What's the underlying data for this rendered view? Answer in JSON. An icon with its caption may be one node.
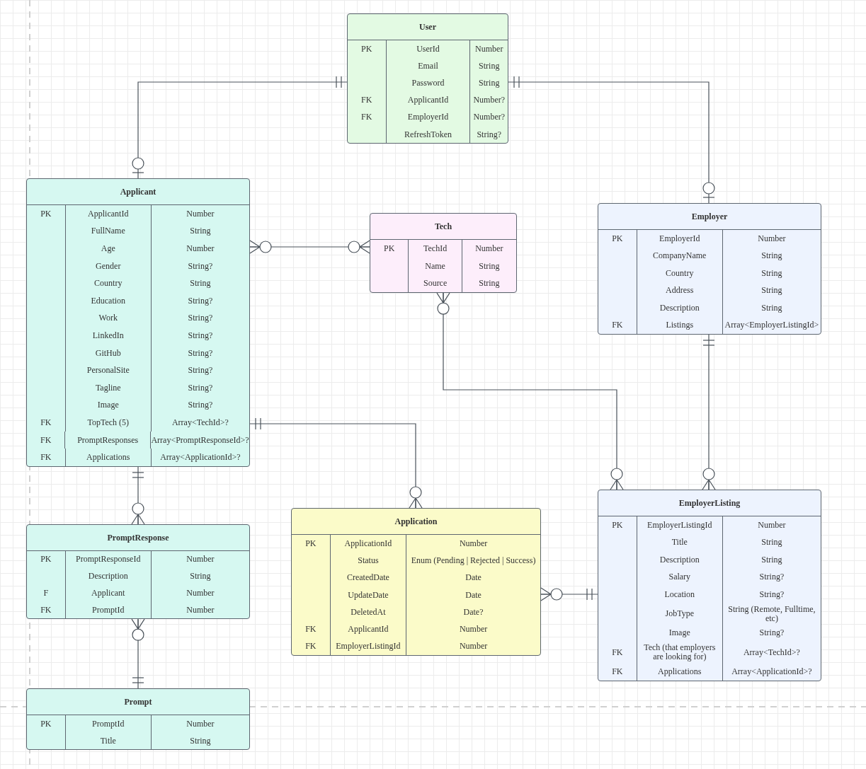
{
  "diagram": {
    "nodes": [
      {
        "text": [
          "User"
        ]
      },
      {
        "text": [
          "PK",
          "UserId",
          "Number"
        ],
        "in": 0
      },
      {
        "text": [
          "Email",
          "String"
        ],
        "in": 0
      },
      {
        "text": [
          "Password",
          "String"
        ],
        "in": 0
      },
      {
        "text": [
          "FK",
          "ApplicantId",
          "Number?"
        ],
        "in": 0
      },
      {
        "text": [
          "FK",
          "EmployerId",
          "Number?"
        ],
        "in": 0
      },
      {
        "text": [
          "RefreshToken",
          "String?"
        ],
        "in": 0
      },
      {
        "text": [
          "Applicant"
        ]
      },
      {
        "text": [
          "PK",
          "ApplicantId",
          "Number"
        ],
        "in": 7
      },
      {
        "text": [
          "FullName",
          "String"
        ],
        "in": 7
      },
      {
        "text": [
          "Age",
          "Number"
        ],
        "in": 7
      },
      {
        "text": [
          "Gender",
          "String?"
        ],
        "in": 7
      },
      {
        "text": [
          "Country",
          "String"
        ],
        "in": 7
      },
      {
        "text": [
          "Education",
          "String?"
        ],
        "in": 7
      },
      {
        "text": [
          "Work",
          "String?"
        ],
        "in": 7
      },
      {
        "text": [
          "LinkedIn",
          "String?"
        ],
        "in": 7
      },
      {
        "text": [
          "GitHub",
          "String?"
        ],
        "in": 7
      },
      {
        "text": [
          "PersonalSite",
          "String?"
        ],
        "in": 7
      },
      {
        "text": [
          "Tagline",
          "String?"
        ],
        "in": 7
      },
      {
        "text": [
          "Image",
          "String?"
        ],
        "in": 7
      },
      {
        "text": [
          "FK",
          "TopTech (5)",
          "Array<TechId>?"
        ],
        "in": 7
      },
      {
        "text": [
          "FK",
          "PromptResponses",
          "Array<PromptResponseId>?"
        ],
        "in": 7
      },
      {
        "text": [
          "FK",
          "Applications",
          "Array<ApplicationId>?"
        ],
        "in": 7
      },
      {
        "text": [
          "Tech"
        ]
      },
      {
        "text": [
          "PK",
          "TechId",
          "Number"
        ],
        "in": 23
      },
      {
        "text": [
          "Name",
          "String"
        ],
        "in": 23
      },
      {
        "text": [
          "Source",
          "String"
        ],
        "in": 23
      },
      {
        "text": [
          "Employer"
        ]
      },
      {
        "text": [
          "PK",
          "EmployerId",
          "Number"
        ],
        "in": 27
      },
      {
        "text": [
          "CompanyName",
          "String"
        ],
        "in": 27
      },
      {
        "text": [
          "Country",
          "String"
        ],
        "in": 27
      },
      {
        "text": [
          "Address",
          "String"
        ],
        "in": 27
      },
      {
        "text": [
          "Description",
          "String"
        ],
        "in": 27
      },
      {
        "text": [
          "FK",
          "Listings",
          "Array<EmployerListingId>"
        ],
        "in": 27
      },
      {
        "text": [
          "PromptResponse"
        ]
      },
      {
        "text": [
          "PK",
          "PromptResponseId",
          "Number"
        ],
        "in": 34
      },
      {
        "text": [
          "Description",
          "String"
        ],
        "in": 34
      },
      {
        "text": [
          "F",
          "Applicant",
          "Number"
        ],
        "in": 34
      },
      {
        "text": [
          "FK",
          "PromptId",
          "Number"
        ],
        "in": 34
      },
      {
        "text": [
          "Prompt"
        ]
      },
      {
        "text": [
          "PK",
          "PromptId",
          "Number"
        ],
        "in": 39
      },
      {
        "text": [
          "Title",
          "String"
        ],
        "in": 39
      },
      {
        "text": [
          "Application"
        ]
      },
      {
        "text": [
          "PK",
          "ApplicationId",
          "Number"
        ],
        "in": 42
      },
      {
        "text": [
          "Status",
          "Enum (Pending | Rejected | Success)"
        ],
        "in": 42
      },
      {
        "text": [
          "CreatedDate",
          "Date"
        ],
        "in": 42
      },
      {
        "text": [
          "UpdateDate",
          "Date"
        ],
        "in": 42
      },
      {
        "text": [
          "DeletedAt",
          "Date?"
        ],
        "in": 42
      },
      {
        "text": [
          "FK",
          "ApplicantId",
          "Number"
        ],
        "in": 42
      },
      {
        "text": [
          "FK",
          "EmployerListingId",
          "Number"
        ],
        "in": 42
      },
      {
        "text": [
          "EmployerListing"
        ]
      },
      {
        "text": [
          "PK",
          "EmployerListingId",
          "Number"
        ],
        "in": 50
      },
      {
        "text": [
          "Title",
          "String"
        ],
        "in": 50
      },
      {
        "text": [
          "Description",
          "String"
        ],
        "in": 50
      },
      {
        "text": [
          "Salary",
          "String?"
        ],
        "in": 50
      },
      {
        "text": [
          "Location",
          "String?"
        ],
        "in": 50
      },
      {
        "text": [
          "JobType",
          "String (Remote, Fulltime, etc)"
        ],
        "in": 50
      },
      {
        "text": [
          "Image",
          "String?"
        ],
        "in": 50
      },
      {
        "text": [
          "FK",
          "Tech (that employers are looking for)",
          "Array<TechId>?"
        ],
        "in": 50
      },
      {
        "text": [
          "FK",
          "Applications",
          "Array<ApplicationId>?"
        ],
        "in": 50
      }
    ],
    "edges": [
      {
        "from": 0,
        "to": 7,
        "arrow": "other"
      },
      {
        "from": 0,
        "to": 27,
        "arrow": "other"
      },
      {
        "from": 7,
        "to": 23,
        "arrow": "other"
      },
      {
        "from": 23,
        "to": 50,
        "arrow": "other"
      },
      {
        "from": 27,
        "to": 50,
        "arrow": "other"
      },
      {
        "from": 7,
        "to": 42,
        "arrow": "other"
      },
      {
        "from": 7,
        "to": 34,
        "arrow": "other"
      },
      {
        "from": 34,
        "to": 39,
        "arrow": "other"
      },
      {
        "from": 42,
        "to": 50,
        "arrow": "other"
      }
    ]
  }
}
